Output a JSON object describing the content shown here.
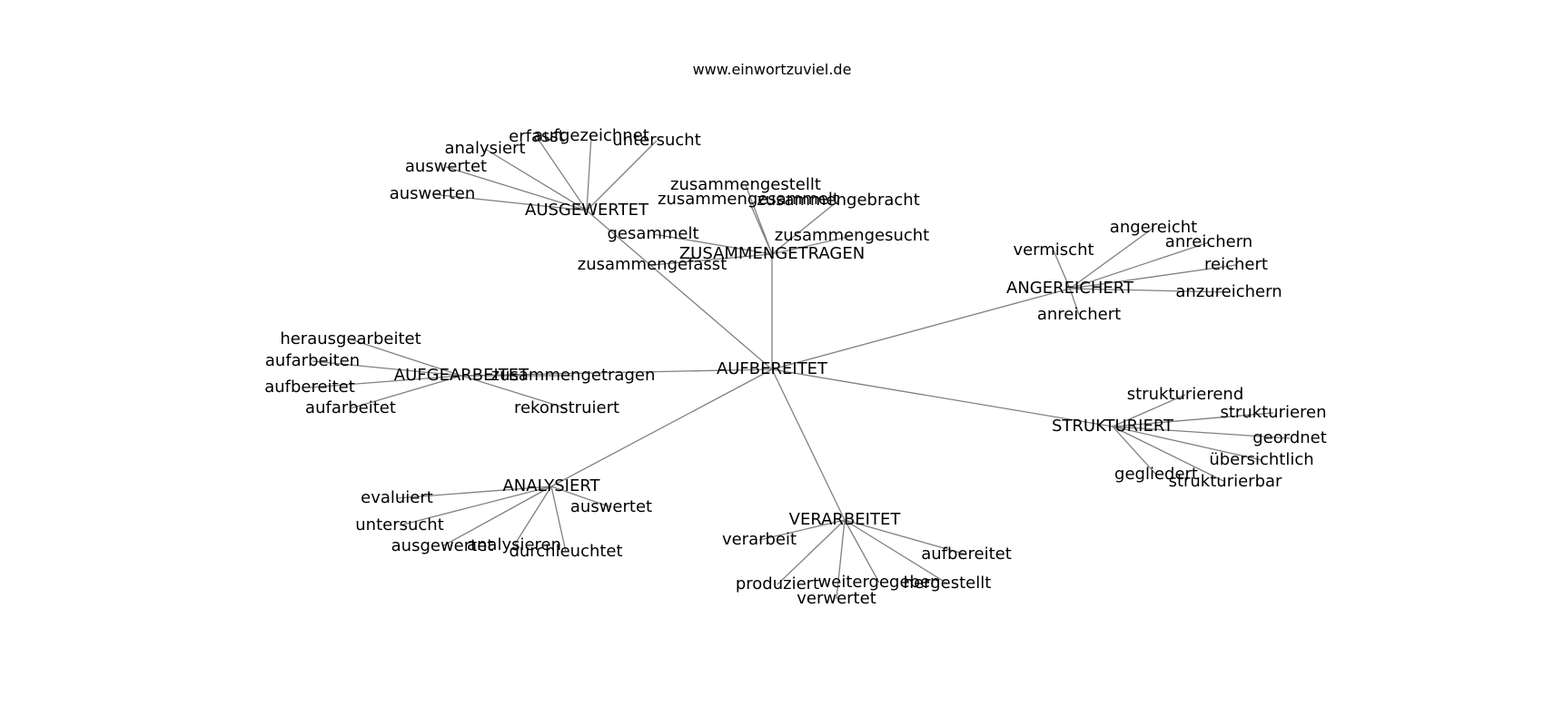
{
  "source": "www.einwortzuviel.de",
  "nodes": [
    {
      "id": "root",
      "label": "AUFBEREITET"
    },
    {
      "id": "ausgewertet",
      "label": "AUSGEWERTET"
    },
    {
      "id": "zusammengetragen",
      "label": "ZUSAMMENGETRAGEN"
    },
    {
      "id": "angereichert",
      "label": "ANGEREICHERT"
    },
    {
      "id": "aufgearbeitet",
      "label": "AUFGEARBEITET"
    },
    {
      "id": "strukturiert",
      "label": "STRUKTURIERT"
    },
    {
      "id": "analysiert",
      "label": "ANALYSIERT"
    },
    {
      "id": "verarbeitet",
      "label": "VERARBEITET"
    },
    {
      "id": "a1",
      "label": "erfasst"
    },
    {
      "id": "a2",
      "label": "aufgezeichnet"
    },
    {
      "id": "a3",
      "label": "untersucht"
    },
    {
      "id": "a4",
      "label": "analysiert"
    },
    {
      "id": "a5",
      "label": "auswertet"
    },
    {
      "id": "a6",
      "label": "auswerten"
    },
    {
      "id": "z1",
      "label": "zusammengestellt"
    },
    {
      "id": "z2",
      "label": "zusammengesammelt"
    },
    {
      "id": "z3",
      "label": "zusammengebracht"
    },
    {
      "id": "z4",
      "label": "zusammengesucht"
    },
    {
      "id": "z5",
      "label": "gesammelt"
    },
    {
      "id": "z6",
      "label": "zusammengefasst"
    },
    {
      "id": "n1",
      "label": "angereicht"
    },
    {
      "id": "n2",
      "label": "vermischt"
    },
    {
      "id": "n3",
      "label": "anreichern"
    },
    {
      "id": "n4",
      "label": "reichert"
    },
    {
      "id": "n5",
      "label": "anzureichern"
    },
    {
      "id": "n6",
      "label": "anreichert"
    },
    {
      "id": "g1",
      "label": "herausgearbeitet"
    },
    {
      "id": "g2",
      "label": "aufarbeiten"
    },
    {
      "id": "g3",
      "label": "aufbereitet"
    },
    {
      "id": "g4",
      "label": "aufarbeitet"
    },
    {
      "id": "g5",
      "label": "zusammengetragen"
    },
    {
      "id": "g6",
      "label": "rekonstruiert"
    },
    {
      "id": "s1",
      "label": "strukturierend"
    },
    {
      "id": "s2",
      "label": "strukturieren"
    },
    {
      "id": "s3",
      "label": "geordnet"
    },
    {
      "id": "s4",
      "label": "übersichtlich"
    },
    {
      "id": "s5",
      "label": "gegliedert"
    },
    {
      "id": "s6",
      "label": "strukturierbar"
    },
    {
      "id": "y1",
      "label": "evaluiert"
    },
    {
      "id": "y2",
      "label": "untersucht"
    },
    {
      "id": "y3",
      "label": "ausgewertet"
    },
    {
      "id": "y4",
      "label": "analysieren"
    },
    {
      "id": "y5",
      "label": "durchleuchtet"
    },
    {
      "id": "y6",
      "label": "auswertet"
    },
    {
      "id": "v1",
      "label": "verarbeit"
    },
    {
      "id": "v2",
      "label": "aufbereitet"
    },
    {
      "id": "v3",
      "label": "produziert"
    },
    {
      "id": "v4",
      "label": "verwertet"
    },
    {
      "id": "v5",
      "label": "weitergegeben"
    },
    {
      "id": "v6",
      "label": "hergestellt"
    }
  ],
  "edges": [
    [
      "root",
      "ausgewertet"
    ],
    [
      "root",
      "zusammengetragen"
    ],
    [
      "root",
      "angereichert"
    ],
    [
      "root",
      "aufgearbeitet"
    ],
    [
      "root",
      "strukturiert"
    ],
    [
      "root",
      "analysiert"
    ],
    [
      "root",
      "verarbeitet"
    ],
    [
      "ausgewertet",
      "a1"
    ],
    [
      "ausgewertet",
      "a2"
    ],
    [
      "ausgewertet",
      "a3"
    ],
    [
      "ausgewertet",
      "a4"
    ],
    [
      "ausgewertet",
      "a5"
    ],
    [
      "ausgewertet",
      "a6"
    ],
    [
      "zusammengetragen",
      "z1"
    ],
    [
      "zusammengetragen",
      "z2"
    ],
    [
      "zusammengetragen",
      "z3"
    ],
    [
      "zusammengetragen",
      "z4"
    ],
    [
      "zusammengetragen",
      "z5"
    ],
    [
      "zusammengetragen",
      "z6"
    ],
    [
      "angereichert",
      "n1"
    ],
    [
      "angereichert",
      "n2"
    ],
    [
      "angereichert",
      "n3"
    ],
    [
      "angereichert",
      "n4"
    ],
    [
      "angereichert",
      "n5"
    ],
    [
      "angereichert",
      "n6"
    ],
    [
      "aufgearbeitet",
      "g1"
    ],
    [
      "aufgearbeitet",
      "g2"
    ],
    [
      "aufgearbeitet",
      "g3"
    ],
    [
      "aufgearbeitet",
      "g4"
    ],
    [
      "aufgearbeitet",
      "g5"
    ],
    [
      "aufgearbeitet",
      "g6"
    ],
    [
      "strukturiert",
      "s1"
    ],
    [
      "strukturiert",
      "s2"
    ],
    [
      "strukturiert",
      "s3"
    ],
    [
      "strukturiert",
      "s4"
    ],
    [
      "strukturiert",
      "s5"
    ],
    [
      "strukturiert",
      "s6"
    ],
    [
      "analysiert",
      "y1"
    ],
    [
      "analysiert",
      "y2"
    ],
    [
      "analysiert",
      "y3"
    ],
    [
      "analysiert",
      "y4"
    ],
    [
      "analysiert",
      "y5"
    ],
    [
      "analysiert",
      "y6"
    ],
    [
      "verarbeitet",
      "v1"
    ],
    [
      "verarbeitet",
      "v2"
    ],
    [
      "verarbeitet",
      "v3"
    ],
    [
      "verarbeitet",
      "v4"
    ],
    [
      "verarbeitet",
      "v5"
    ],
    [
      "verarbeitet",
      "v6"
    ]
  ]
}
